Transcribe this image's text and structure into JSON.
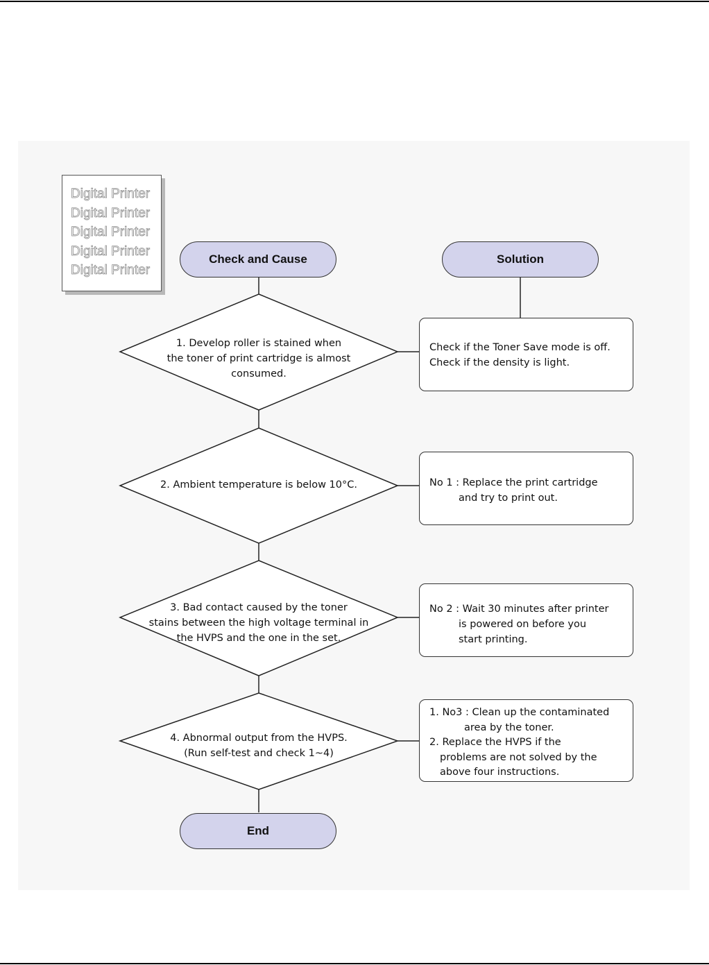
{
  "logo": {
    "lines": [
      "Digital Printer",
      "Digital Printer",
      "Digital Printer",
      "Digital Printer",
      "Digital Printer"
    ]
  },
  "headers": {
    "check": "Check and Cause",
    "solution": "Solution",
    "end": "End"
  },
  "steps": [
    {
      "cause": [
        "1. Develop roller is stained when",
        "the toner of print cartridge is almost",
        "consumed."
      ],
      "solution": [
        "Check if the Toner Save mode is off.",
        "Check if the density is light."
      ]
    },
    {
      "cause": [
        "2. Ambient temperature is below 10°C."
      ],
      "solution": [
        "No 1 : Replace the print cartridge",
        "and try to print out."
      ]
    },
    {
      "cause": [
        "3. Bad contact caused by the toner",
        "stains between the high voltage terminal in",
        "the HVPS and the one in the set."
      ],
      "solution": [
        "No 2 : Wait 30 minutes after printer",
        "is powered on before you",
        "start printing."
      ]
    },
    {
      "cause": [
        "4. Abnormal output from the HVPS.",
        "(Run self-test and check 1~4)"
      ],
      "solution": [
        "1. No3 : Clean up the contaminated",
        "area by the toner.",
        "2. Replace the HVPS if the",
        "problems are not solved by the",
        "above four instructions."
      ]
    }
  ]
}
